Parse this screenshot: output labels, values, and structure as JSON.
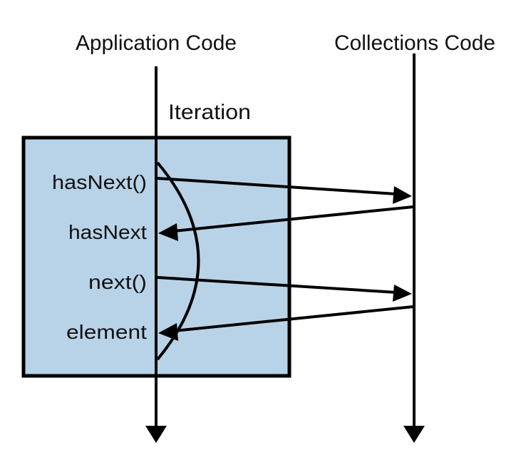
{
  "diagram": {
    "type": "sequence",
    "lifelines": [
      {
        "name": "Application Code"
      },
      {
        "name": "Collections Code"
      }
    ],
    "fragment": {
      "label": "Iteration",
      "fill": "#b8d3e8"
    },
    "messages": [
      {
        "label": "hasNext()",
        "from": "Application Code",
        "to": "Collections Code",
        "kind": "call"
      },
      {
        "label": "hasNext",
        "from": "Collections Code",
        "to": "Application Code",
        "kind": "return"
      },
      {
        "label": "next()",
        "from": "Application Code",
        "to": "Collections Code",
        "kind": "call"
      },
      {
        "label": "element",
        "from": "Collections Code",
        "to": "Application Code",
        "kind": "return"
      }
    ],
    "colors": {
      "stroke": "#000000",
      "box_fill": "#b8d3e8",
      "background": "#ffffff"
    }
  }
}
